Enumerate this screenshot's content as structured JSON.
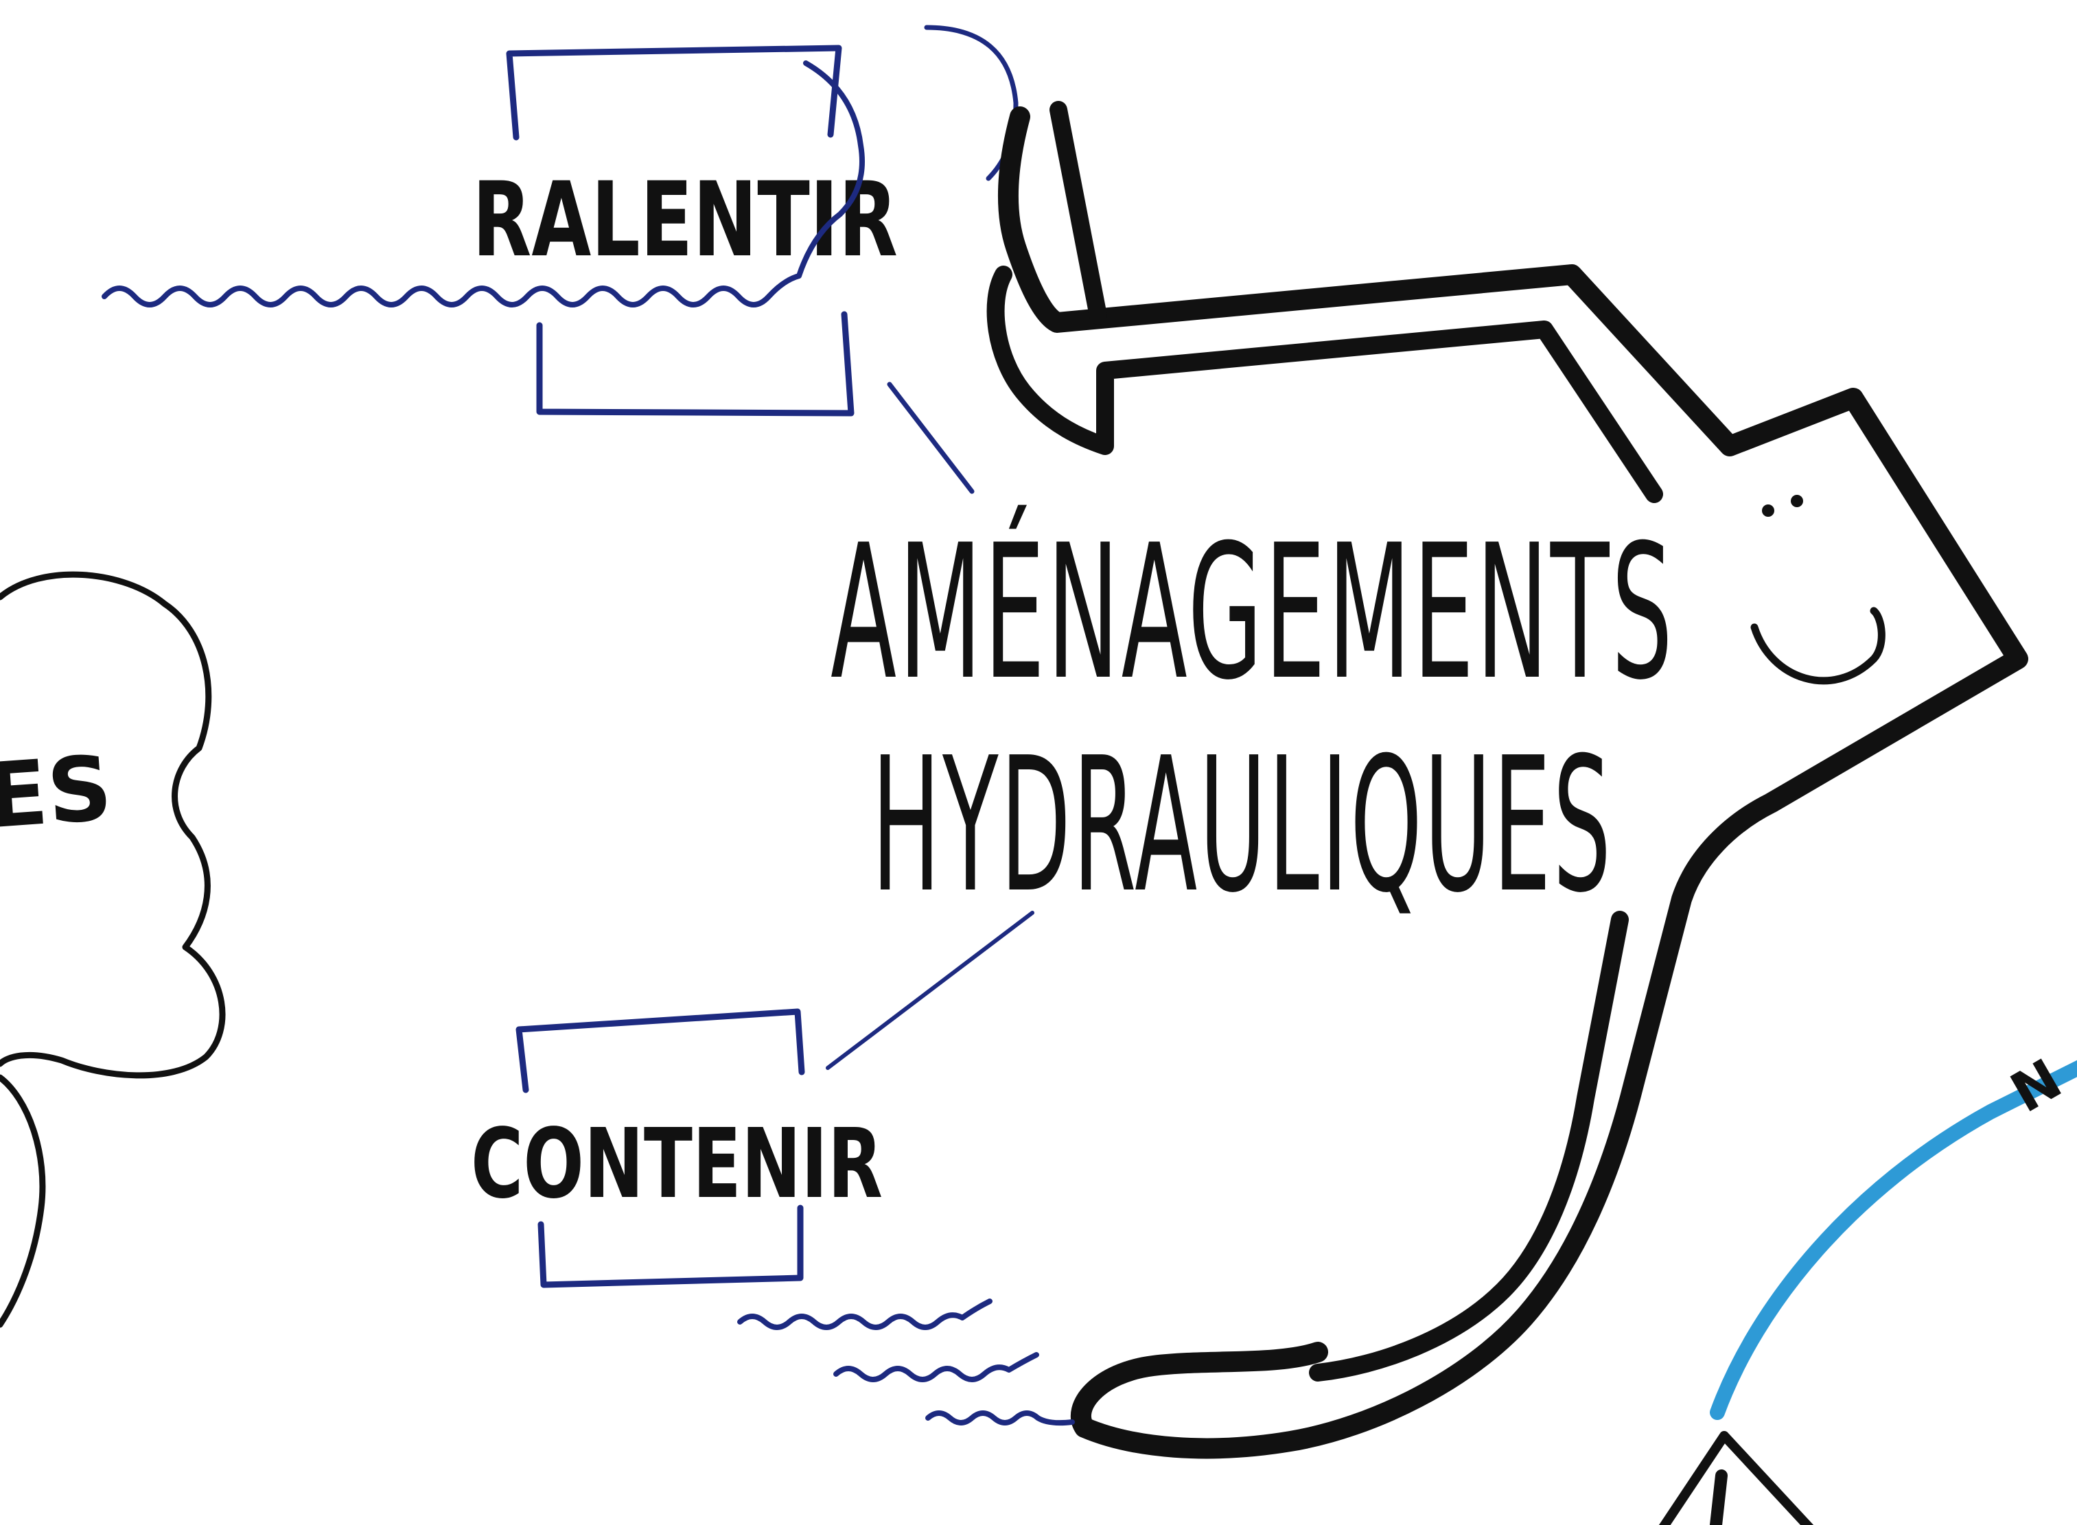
{
  "title": {
    "line1": "AMÉNAGEMENTS",
    "line2": "HYDRAULIQUES"
  },
  "labels": {
    "ralentir": "RALENTIR",
    "contenir": "CONTENIR",
    "cloud_fragment": "ES",
    "right_fragment": "N"
  },
  "colors": {
    "ink_black": "#111111",
    "ink_navy": "#1d2a80",
    "ink_light_blue": "#2e9ad6",
    "background": "#ffffff"
  },
  "icons": {
    "character": "smiling-dam-character-icon",
    "cloud": "cloud-icon",
    "bracket": "bracket-box-icon",
    "waves": "wavy-water-icon",
    "triangle": "warning-triangle-icon"
  }
}
